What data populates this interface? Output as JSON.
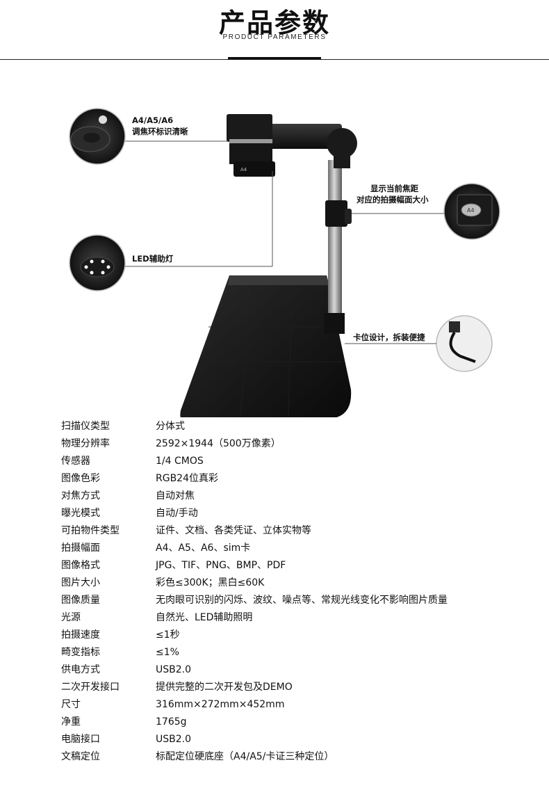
{
  "header": {
    "title": "产品参数",
    "subtitle": "PRODUCT PARAMETERS"
  },
  "callouts": {
    "focus_ring": {
      "line1": "A4/A5/A6",
      "line2": "调焦环标识清晰"
    },
    "led": {
      "label": "LED辅助灯"
    },
    "focus_display": {
      "line1": "显示当前焦距",
      "line2": "对应的拍摄幅面大小"
    },
    "clip": {
      "label": "卡位设计，拆装便捷"
    },
    "badge_text": "A4"
  },
  "specs": [
    {
      "key": "扫描仪类型",
      "value": "分体式"
    },
    {
      "key": "物理分辨率",
      "value": "2592×1944（500万像素）"
    },
    {
      "key": "传感器",
      "value": "1/4 CMOS"
    },
    {
      "key": "图像色彩",
      "value": "RGB24位真彩"
    },
    {
      "key": "对焦方式",
      "value": "自动对焦"
    },
    {
      "key": "曝光模式",
      "value": "自动/手动"
    },
    {
      "key": "可拍物件类型",
      "value": "证件、文档、各类凭证、立体实物等"
    },
    {
      "key": "拍摄幅面",
      "value": "A4、A5、A6、sim卡"
    },
    {
      "key": "图像格式",
      "value": "JPG、TIF、PNG、BMP、PDF"
    },
    {
      "key": "图片大小",
      "value": "彩色≤300K；黑白≤60K"
    },
    {
      "key": "图像质量",
      "value": "无肉眼可识别的闪烁、波纹、噪点等、常规光线变化不影响图片质量"
    },
    {
      "key": "光源",
      "value": "自然光、LED辅助照明"
    },
    {
      "key": "拍摄速度",
      "value": "≤1秒"
    },
    {
      "key": "畸变指标",
      "value": "≤1%"
    },
    {
      "key": "供电方式",
      "value": "USB2.0"
    },
    {
      "key": "二次开发接口",
      "value": "提供完整的二次开发包及DEMO"
    },
    {
      "key": "尺寸",
      "value": "316mm×272mm×452mm"
    },
    {
      "key": "净重",
      "value": "1765g"
    },
    {
      "key": "电脑接口",
      "value": "USB2.0"
    },
    {
      "key": "文稿定位",
      "value": "标配定位硬底座（A4/A5/卡证三种定位）"
    }
  ]
}
